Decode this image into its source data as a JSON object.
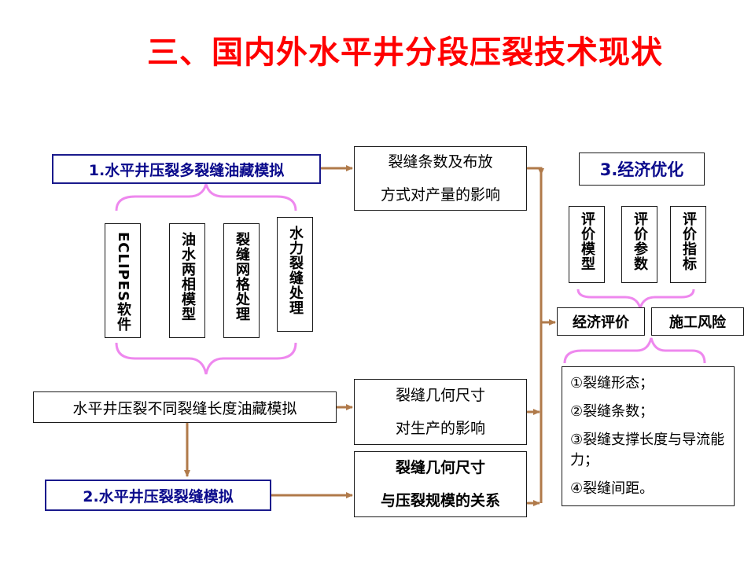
{
  "title": "三、国内外水平井分段压裂技术现状",
  "left": {
    "sim1": "1.水平井压裂多裂缝油藏模拟",
    "sub_items": [
      "ECLIPES软件",
      "油水两相模型",
      "裂缝网格处理",
      "水力裂缝处理"
    ],
    "sim_length": "水平井压裂不同裂缝长度油藏模拟",
    "sim2": "2.水平井压裂裂缝模拟"
  },
  "middle": {
    "box1": [
      "裂缝条数及布放",
      "方式对产量的影响"
    ],
    "box2": [
      "裂缝几何尺寸",
      "对生产的影响"
    ],
    "box3": [
      "裂缝几何尺寸",
      "与压裂规模的关系"
    ]
  },
  "right": {
    "econ": "3.经济优化",
    "eval_items": [
      "评价模型",
      "评价参数",
      "评价指标"
    ],
    "eval_econ": "经济评价",
    "construction_risk": "施工风险",
    "factors": [
      "①裂缝形态；",
      "②裂缝条数；",
      "③裂缝支撑长度与导流能力；",
      "④裂缝间距。"
    ]
  },
  "colors": {
    "title": "#ff0000",
    "heading_text": "#0a0a8c",
    "arrow": "#b07a4a",
    "brace": "#ee88ee"
  }
}
